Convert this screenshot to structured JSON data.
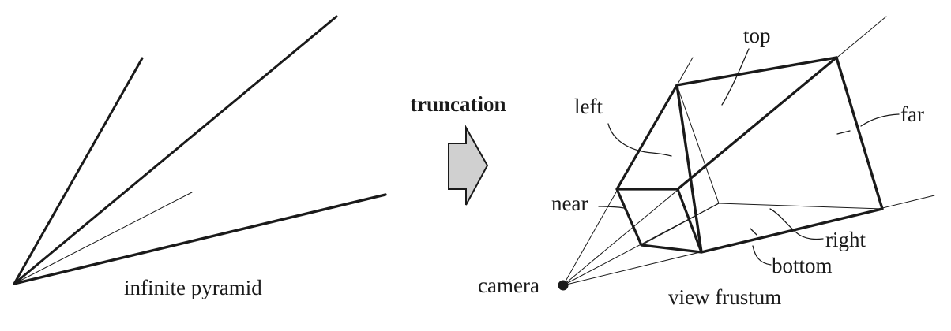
{
  "left_figure": {
    "caption": "infinite pyramid"
  },
  "arrow": {
    "label": "truncation",
    "fill_color": "#d0d0d0"
  },
  "right_figure": {
    "caption": "view frustum",
    "origin_label": "camera",
    "planes": {
      "top": "top",
      "left": "left",
      "far": "far",
      "near": "near",
      "right": "right",
      "bottom": "bottom"
    }
  },
  "colors": {
    "line": "#1a1a1a",
    "background": "#ffffff"
  }
}
